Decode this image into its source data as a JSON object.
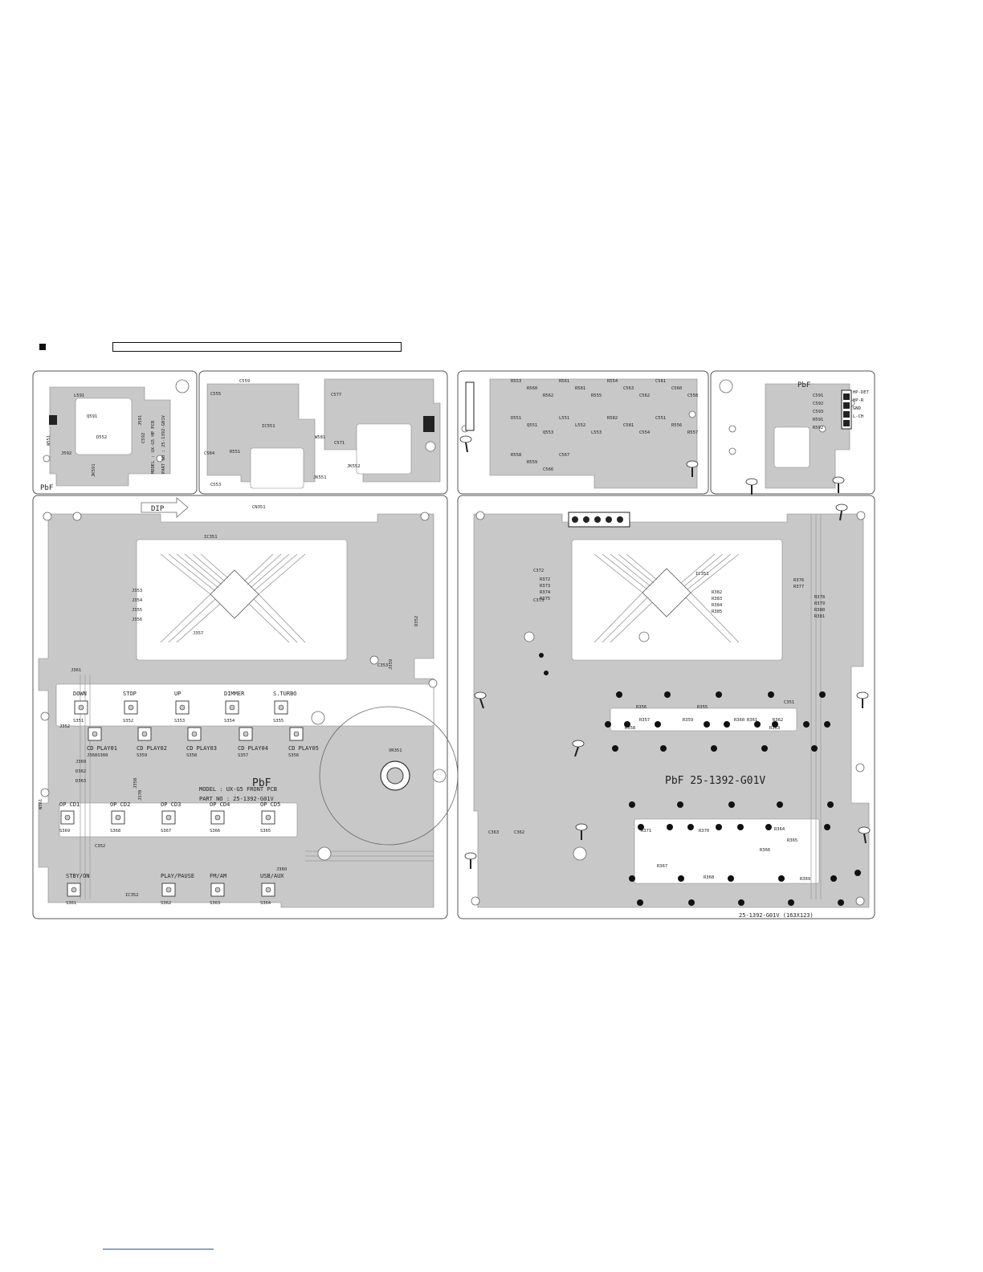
{
  "header": {
    "box_text": ""
  },
  "hp_pcb": {
    "model_line": "MODEL : UX-G5 HP PCB",
    "part_line": "PART NO : 25-1392-G01V",
    "pbf": "PbF",
    "refs": [
      "L591",
      "Q591",
      "W551",
      "J592",
      "D552",
      "J591",
      "JK591",
      "C592"
    ]
  },
  "top_middle_refs": [
    "C559",
    "C555",
    "C577",
    "IC551",
    "W581",
    "C571",
    "C564",
    "R551",
    "JK551",
    "JK552",
    "C553"
  ],
  "front_pcb": {
    "model_line": "MODEL : UX-G5 FRONT PCB",
    "part_line": "PART NO : 25-1392-G01V",
    "pbf": "PbF",
    "dip": "DIP",
    "refs": [
      "CN351",
      "IC351",
      "J353",
      "J354",
      "J355",
      "J356",
      "J357",
      "D352",
      "C353",
      "J359",
      "J361",
      "J352",
      "J369",
      "D362",
      "D363",
      "W361",
      "J358",
      "J370",
      "J360",
      "IC352",
      "VR351",
      "C352"
    ],
    "buttons_row1": [
      {
        "label": "DOWN",
        "ref": "S351"
      },
      {
        "label": "STOP",
        "ref": "S352"
      },
      {
        "label": "UP",
        "ref": "S353"
      },
      {
        "label": "DIMMER",
        "ref": "S354"
      },
      {
        "label": "S.TURBO",
        "ref": "S355"
      }
    ],
    "buttons_row2": [
      {
        "label": "CD PLAY01",
        "ref": "J368S360"
      },
      {
        "label": "CD PLAY02",
        "ref": "S359"
      },
      {
        "label": "CD PLAY03",
        "ref": "S358"
      },
      {
        "label": "CD PLAY04",
        "ref": "S357"
      },
      {
        "label": "CD PLAY05",
        "ref": "S356"
      }
    ],
    "buttons_row3": [
      {
        "label": "OP CD1",
        "ref": "S369"
      },
      {
        "label": "OP CD2",
        "ref": "S368"
      },
      {
        "label": "OP CD3",
        "ref": "S367"
      },
      {
        "label": "OP CD4",
        "ref": "S366"
      },
      {
        "label": "OP CD5",
        "ref": "S365"
      }
    ],
    "buttons_row4": [
      {
        "label": "STBY/ON",
        "ref": "S361"
      },
      {
        "label": "PLAY/PAUSE",
        "ref": "S362"
      },
      {
        "label": "FM/AM",
        "ref": "S363"
      },
      {
        "label": "USB/AUX",
        "ref": "S364"
      }
    ]
  },
  "top_right_refs": [
    "R553",
    "R560",
    "R562",
    "R561",
    "R581",
    "R555",
    "R554",
    "C563",
    "C562",
    "C561",
    "C560",
    "C558",
    "D551",
    "Q551",
    "Q553",
    "L551",
    "L552",
    "L553",
    "R582",
    "C581",
    "C554",
    "C551",
    "R556",
    "R557",
    "R558",
    "R559",
    "C566",
    "C567"
  ],
  "hp_back": {
    "pbf": "PbF",
    "pins": [
      "HP-DET",
      "HP-R",
      "GND",
      "L-CH"
    ],
    "refs": [
      "C591",
      "C592",
      "C593",
      "R591",
      "R592"
    ]
  },
  "back_pcb": {
    "pbf_line": "PbF  25-1392-G01V",
    "footer": "25-1392-G01V (163X123)",
    "refs": [
      "IC351",
      "C372",
      "R372",
      "R373",
      "R374",
      "R375",
      "C373",
      "R382",
      "R383",
      "R384",
      "R385",
      "R378",
      "R379",
      "R380",
      "R381",
      "R376",
      "R377",
      "C351",
      "R356",
      "R355",
      "R357",
      "R358",
      "R359",
      "R360",
      "R361",
      "R362",
      "R363",
      "C363",
      "C362",
      "R371",
      "R370",
      "R364",
      "R365",
      "R366",
      "R367",
      "R368",
      "R369"
    ]
  }
}
